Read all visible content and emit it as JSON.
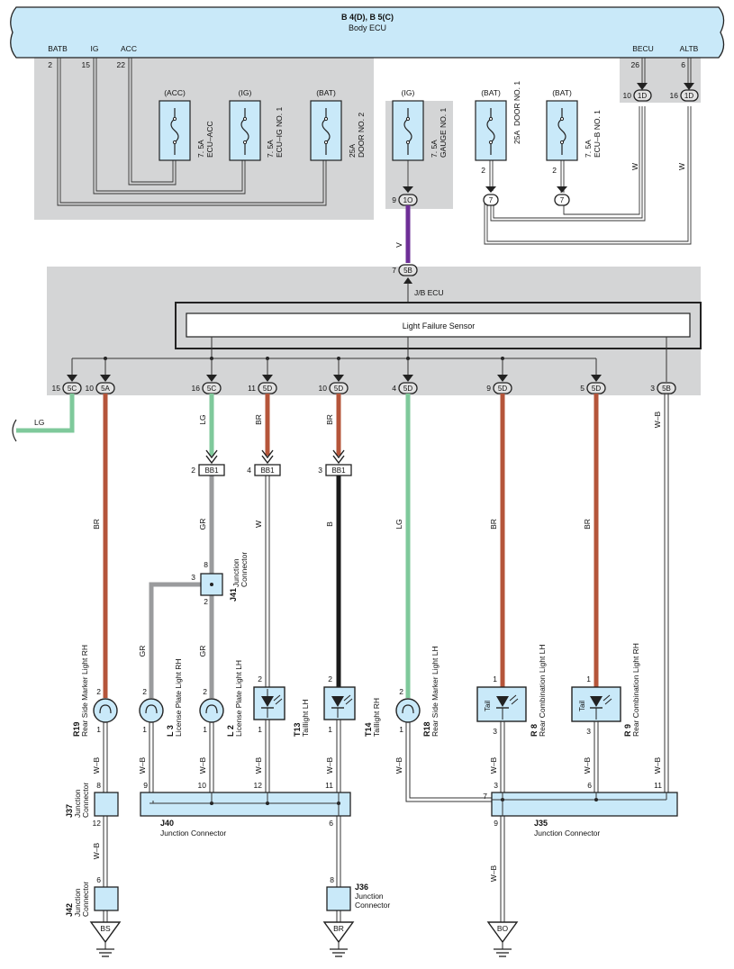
{
  "body_ecu": {
    "title": "B 4(D), B 5(C)",
    "subtitle": "Body ECU",
    "pins": {
      "batb": "BATB",
      "ig": "IG",
      "acc": "ACC",
      "becu": "BECU",
      "altb": "ALTB"
    },
    "pin_numbers": {
      "batb": "2",
      "ig": "15",
      "acc": "22",
      "becu": "26",
      "altb": "6"
    }
  },
  "fuses": [
    {
      "source": "(ACC)",
      "rating": "7. 5A",
      "name": "ECU–ACC"
    },
    {
      "source": "(IG)",
      "rating": "7. 5A",
      "name": "ECU–IG NO. 1"
    },
    {
      "source": "(BAT)",
      "rating": "25A",
      "name": "DOOR NO. 2"
    },
    {
      "source": "(IG)",
      "rating": "7. 5A",
      "name": "GAUGE NO. 1"
    },
    {
      "source": "(BAT)",
      "rating": "25A",
      "name": "DOOR NO. 1"
    },
    {
      "source": "(BAT)",
      "rating": "7. 5A",
      "name": "ECU–B NO. 1"
    }
  ],
  "upper_connectors": {
    "gauge_pin": "9",
    "gauge_conn": "1O",
    "door1_pin": "2",
    "door1_conn": "7",
    "ecub_pin": "2",
    "ecub_conn": "7",
    "becu_pin": "10",
    "becu_conn": "1D",
    "altb_pin": "16",
    "altb_conn": "1D",
    "becu_wire": "W",
    "altb_wire": "W",
    "gauge_wire": "V",
    "jb_in_pin": "7",
    "jb_in_conn": "5B"
  },
  "jb": {
    "title": "J/B ECU",
    "sensor": "Light Failure Sensor",
    "outputs": [
      {
        "pin": "15",
        "conn": "5C"
      },
      {
        "pin": "10",
        "conn": "5A"
      },
      {
        "pin": "16",
        "conn": "5C"
      },
      {
        "pin": "11",
        "conn": "5D"
      },
      {
        "pin": "10",
        "conn": "5D"
      },
      {
        "pin": "4",
        "conn": "5D"
      },
      {
        "pin": "9",
        "conn": "5D"
      },
      {
        "pin": "5",
        "conn": "5D"
      },
      {
        "pin": "3",
        "conn": "5B"
      }
    ]
  },
  "wire_labels": {
    "lg_out": "LG",
    "w1": "LG",
    "w2": "BR",
    "w3": "BR",
    "w4": "BR",
    "w5": "LG",
    "w6": "BR",
    "w7": "BR",
    "w8": "W–B",
    "br_main": "BR",
    "gr_main": "GR",
    "w_main": "W",
    "b_main": "B",
    "gr_branch": "GR",
    "gr_lower": "GR"
  },
  "bb1": [
    {
      "pin": "2",
      "label": "BB1"
    },
    {
      "pin": "4",
      "label": "BB1"
    },
    {
      "pin": "3",
      "label": "BB1"
    }
  ],
  "j41": {
    "id": "J41",
    "name": "Junction",
    "name2": "Connector",
    "pin_top": "8",
    "pin_left": "3",
    "pin_bottom": "2"
  },
  "lamps": [
    {
      "id": "R19",
      "name": "Rear Side Marker Light RH",
      "pin_top": "2",
      "pin_bottom": "1"
    },
    {
      "id": "L 3",
      "name": "License Plate Light RH",
      "pin_top": "2",
      "pin_bottom": "1"
    },
    {
      "id": "L 2",
      "name": "License Plate Light LH",
      "pin_top": "2",
      "pin_bottom": "1"
    },
    {
      "id": "T13",
      "name": "Taillight LH",
      "pin_top": "2",
      "pin_bottom": "1"
    },
    {
      "id": "T14",
      "name": "Taillight RH",
      "pin_top": "2",
      "pin_bottom": "1"
    },
    {
      "id": "R18",
      "name": "Rear Side Marker Light LH",
      "pin_top": "2",
      "pin_bottom": "1"
    },
    {
      "id": "R 8",
      "name": "Rear Combination Light LH",
      "pin_top": "1",
      "pin_bottom": "3",
      "inner": "Tail"
    },
    {
      "id": "R 9",
      "name": "Rear Combination Light RH",
      "pin_top": "1",
      "pin_bottom": "3",
      "inner": "Tail"
    }
  ],
  "lower_wires": {
    "wb": "W–B"
  },
  "junctions": {
    "j37": {
      "id": "J37",
      "name": "Junction",
      "name2": "Connector",
      "pin_top": "8",
      "pin_bottom": "12"
    },
    "j42": {
      "id": "J42",
      "name": "Junction",
      "name2": "Connector",
      "pin_top": "6"
    },
    "j40": {
      "id": "J40",
      "name": "Junction Connector",
      "pins": [
        "9",
        "10",
        "12",
        "11",
        "6"
      ]
    },
    "j36": {
      "id": "J36",
      "name": "Junction",
      "name2": "Connector",
      "pin_top": "8"
    },
    "j35": {
      "id": "J35",
      "name": "Junction Connector",
      "pins": [
        "7",
        "3",
        "6",
        "11",
        "9"
      ]
    }
  },
  "grounds": [
    "BS",
    "BR",
    "BO"
  ],
  "colors": {
    "panel": "#d4d5d6",
    "ecu_fill": "#c9e9f9",
    "wire_brown": "#b5553a",
    "wire_green": "#7fc99b",
    "wire_gray": "#9a9b9d",
    "wire_black": "#1a1a1a",
    "wire_violet": "#6e2f97"
  }
}
